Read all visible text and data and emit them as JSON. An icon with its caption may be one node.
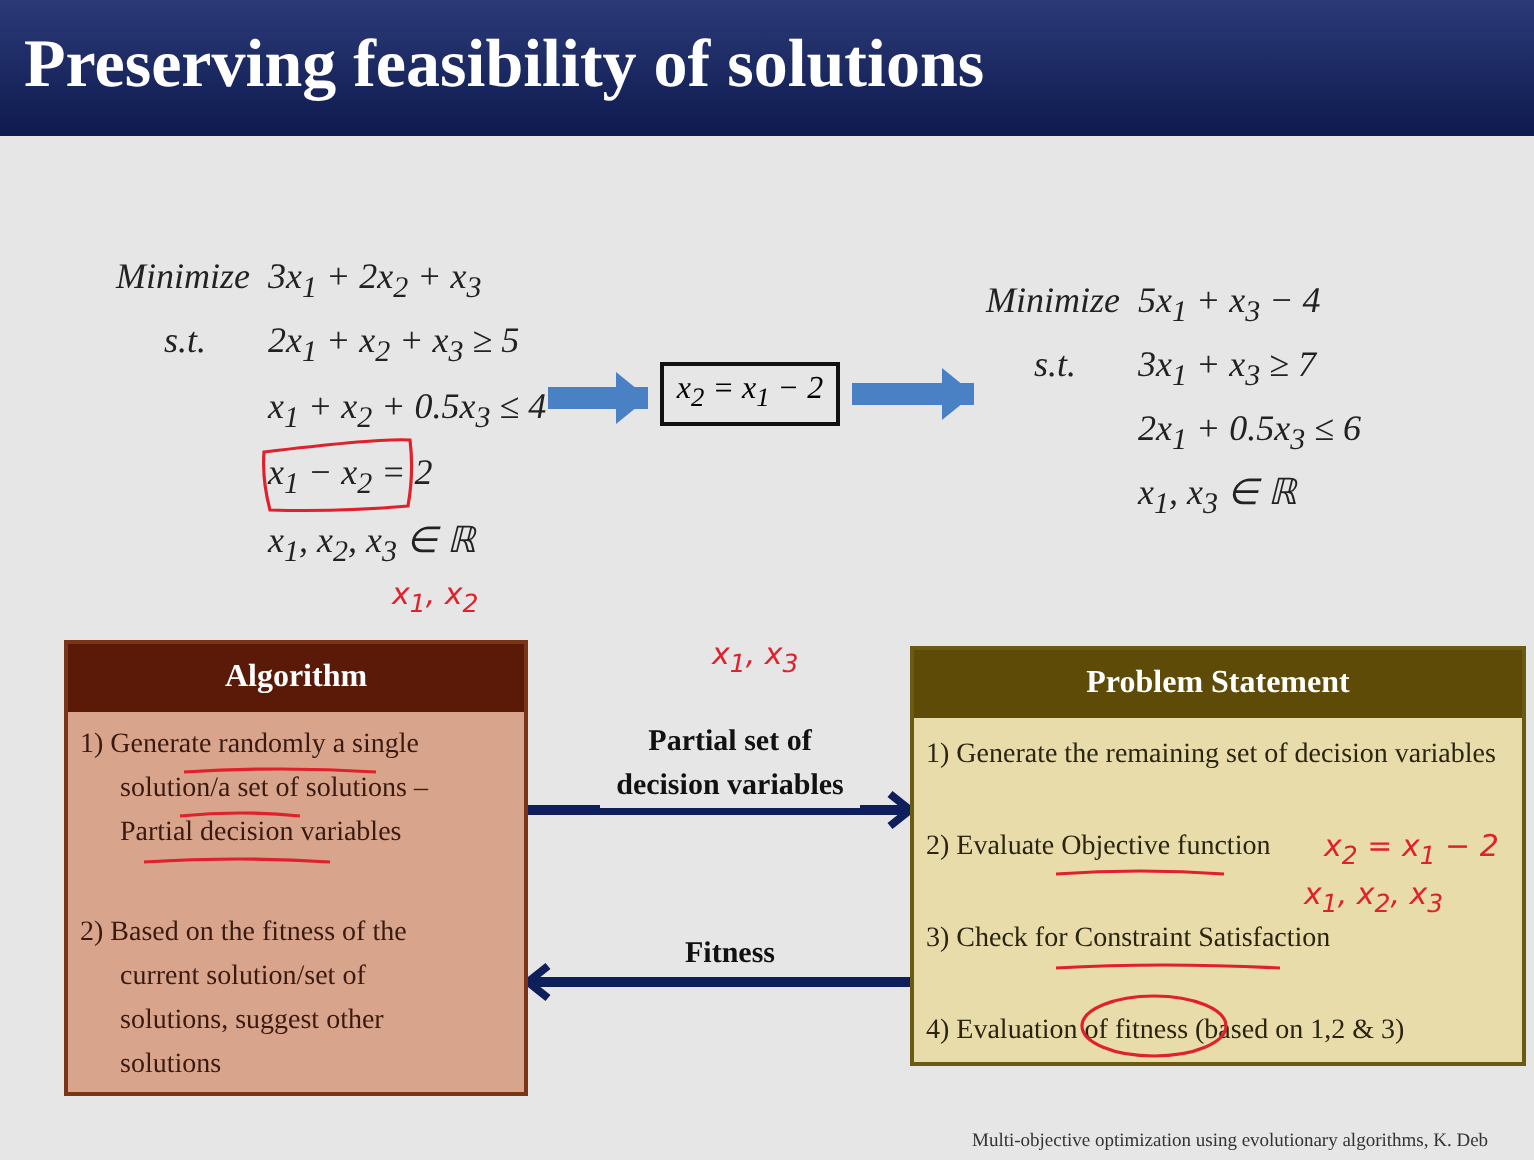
{
  "diagram": {
    "title": "Preserving feasibility of solutions",
    "nodes": [
      {
        "text": [
          "Minimize",
          "3x$_{1}$ + 2x$_{2}$ + x$_{3}$",
          "s.t.",
          "2x$_{1}$ + x$_{2}$ + x$_{3}$ ≥ 5",
          "x$_{1}$ + x$_{2}$ + 0.5x$_{3}$ ≤ 4",
          "x$_{1}$ − x$_{2}$ = 2",
          "x$_{1}$, x$_{2}$, x$_{3}$ ∈ ℝ"
        ]
      },
      {
        "text": [
          "x$_{2}$ = x$_{1}$ − 2"
        ]
      },
      {
        "text": [
          "Minimize",
          "5x$_{1}$ + x$_{3}$ − 4",
          "s.t.",
          "3x$_{1}$ + x$_{3}$ ≥ 7",
          "2x$_{1}$ + 0.5x$_{3}$ ≤ 6",
          "x$_{1}$, x$_{3}$ ∈ ℝ"
        ]
      },
      {
        "text": [
          "Algorithm",
          "1) Generate randomly a single solution/a set of solutions – Partial decision variables",
          "2) Based on the fitness of the current solution/set of solutions, suggest other solutions"
        ]
      },
      {
        "text": [
          "Problem Statement",
          "1) Generate the remaining set of decision variables",
          "2) Evaluate Objective function",
          "3) Check for Constraint Satisfaction",
          "4) Evaluation of fitness (based on 1,2 & 3)"
        ]
      }
    ],
    "edges": [
      {
        "from": 0,
        "to": 1,
        "arrow": "to",
        "style": "thick",
        "color": "#4a80c4"
      },
      {
        "from": 1,
        "to": 2,
        "arrow": "to",
        "style": "thick",
        "color": "#4a80c4"
      },
      {
        "from": 3,
        "to": 4,
        "arrow": "to",
        "label": "Partial set of decision variables",
        "color": "#0f1f5c"
      },
      {
        "from": 4,
        "to": 3,
        "arrow": "to",
        "label": "Fitness",
        "color": "#0f1f5c"
      }
    ],
    "labels": [
      "x$_{1}$, x$_{2}$",
      "x$_{1}$, x$_{3}$",
      "x$_{2}$ = x$_{1}$ − 2",
      "x$_{1}$, x$_{2}$, x$_{3}$",
      "Multi-objective optimization using evolutionary algorithms, K. Deb"
    ]
  }
}
